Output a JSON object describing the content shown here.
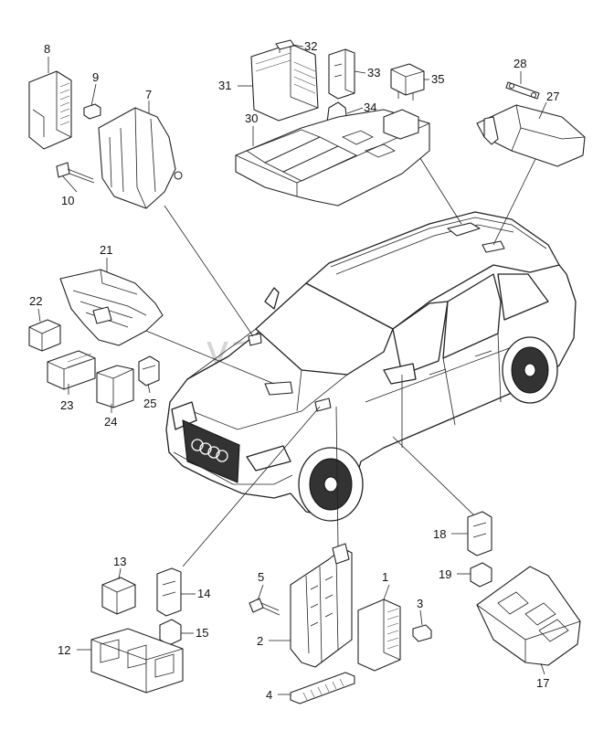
{
  "watermark": "vagtec.ru",
  "callouts": [
    "1",
    "2",
    "3",
    "4",
    "5",
    "7",
    "8",
    "9",
    "10",
    "12",
    "13",
    "14",
    "15",
    "17",
    "18",
    "19",
    "21",
    "22",
    "23",
    "24",
    "25",
    "27",
    "28",
    "30",
    "31",
    "32",
    "33",
    "34",
    "35"
  ]
}
